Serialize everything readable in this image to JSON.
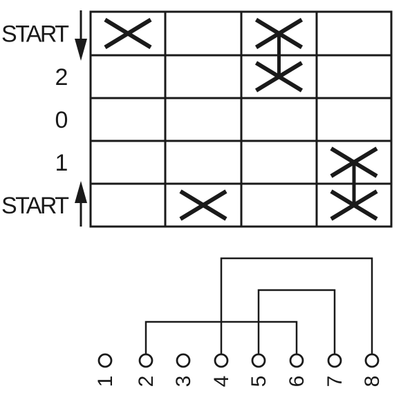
{
  "grid": {
    "columns": 4,
    "rows": [
      {
        "label": "START",
        "arrow": "down",
        "contacts": [
          1,
          3
        ],
        "linked": [
          3
        ]
      },
      {
        "label": "2",
        "arrow": "",
        "contacts": [
          3
        ],
        "linked": []
      },
      {
        "label": "0",
        "arrow": "",
        "contacts": [],
        "linked": []
      },
      {
        "label": "1",
        "arrow": "",
        "contacts": [
          4
        ],
        "linked": [
          4
        ]
      },
      {
        "label": "START",
        "arrow": "up",
        "contacts": [
          2,
          4
        ],
        "linked": []
      }
    ]
  },
  "terminals": {
    "labels": [
      "1",
      "2",
      "3",
      "4",
      "5",
      "6",
      "7",
      "8"
    ],
    "bridges": [
      {
        "from": 2,
        "to": 6,
        "level": 1
      },
      {
        "from": 5,
        "to": 7,
        "level": 2
      },
      {
        "from": 4,
        "to": 8,
        "level": 3
      }
    ]
  }
}
